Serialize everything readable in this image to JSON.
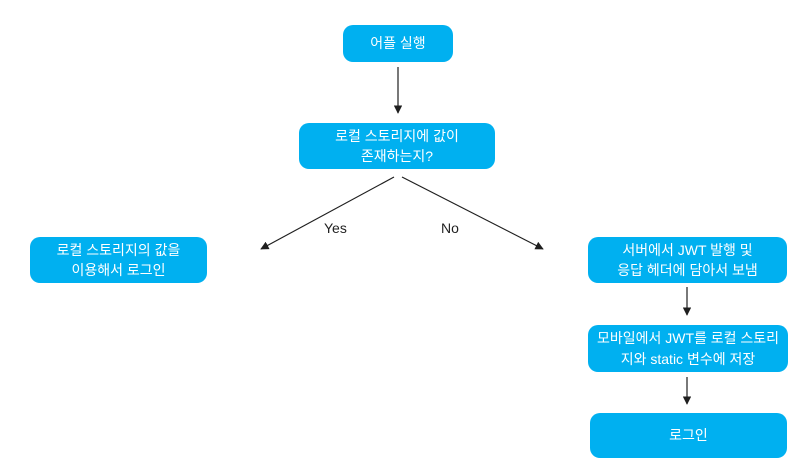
{
  "colors": {
    "node_fill": "#00b0f0",
    "node_text": "#ffffff",
    "arrow_stroke": "#1f1f1f",
    "edge_label_text": "#1f1f1f",
    "background": "#ffffff"
  },
  "nodes": {
    "start": {
      "label": "어플 실행"
    },
    "check": {
      "label": "로컬 스토리지에 값이\n존재하는지?"
    },
    "login_local": {
      "label": "로컬 스토리지의 값을\n이용해서 로그인"
    },
    "server_jwt": {
      "label": "서버에서 JWT 발행 및\n응답 헤더에 담아서 보냄"
    },
    "store_jwt": {
      "label": "모바일에서 JWT를 로컬 스토리\n지와 static 변수에 저장"
    },
    "login": {
      "label": "로그인"
    }
  },
  "edge_labels": {
    "yes": "Yes",
    "no": "No"
  }
}
